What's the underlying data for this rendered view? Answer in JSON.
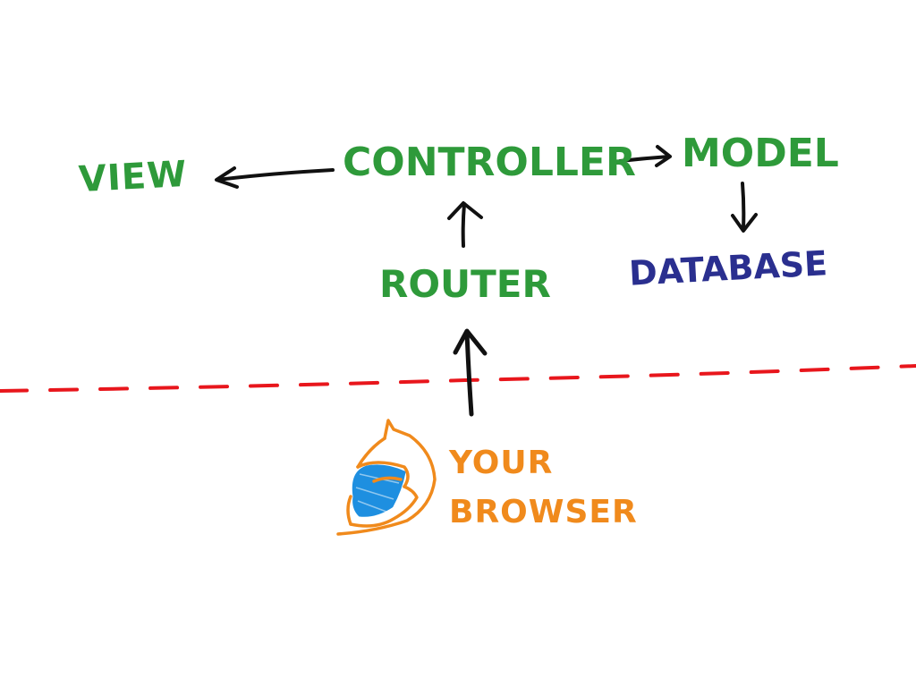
{
  "nodes": {
    "view": "VIEW",
    "controller": "CONTROLLER",
    "model": "MODEL",
    "router": "ROUTER",
    "database": "DATABASE",
    "browser_line1": "YOUR",
    "browser_line2": "BROWSER"
  },
  "edges": [
    {
      "from": "controller",
      "to": "view"
    },
    {
      "from": "controller",
      "to": "model"
    },
    {
      "from": "model",
      "to": "database"
    },
    {
      "from": "router",
      "to": "controller"
    },
    {
      "from": "browser",
      "to": "router"
    }
  ],
  "colors": {
    "app_layer_text": "#2e9a3a",
    "database_text": "#2a2f8f",
    "browser_text": "#f08a1c",
    "arrows": "#111111",
    "boundary_line": "#e8161c",
    "browser_icon_orange": "#f08a1c",
    "browser_icon_blue": "#1e8fe0"
  },
  "icons": {
    "browser": "firefox-browser-icon"
  }
}
